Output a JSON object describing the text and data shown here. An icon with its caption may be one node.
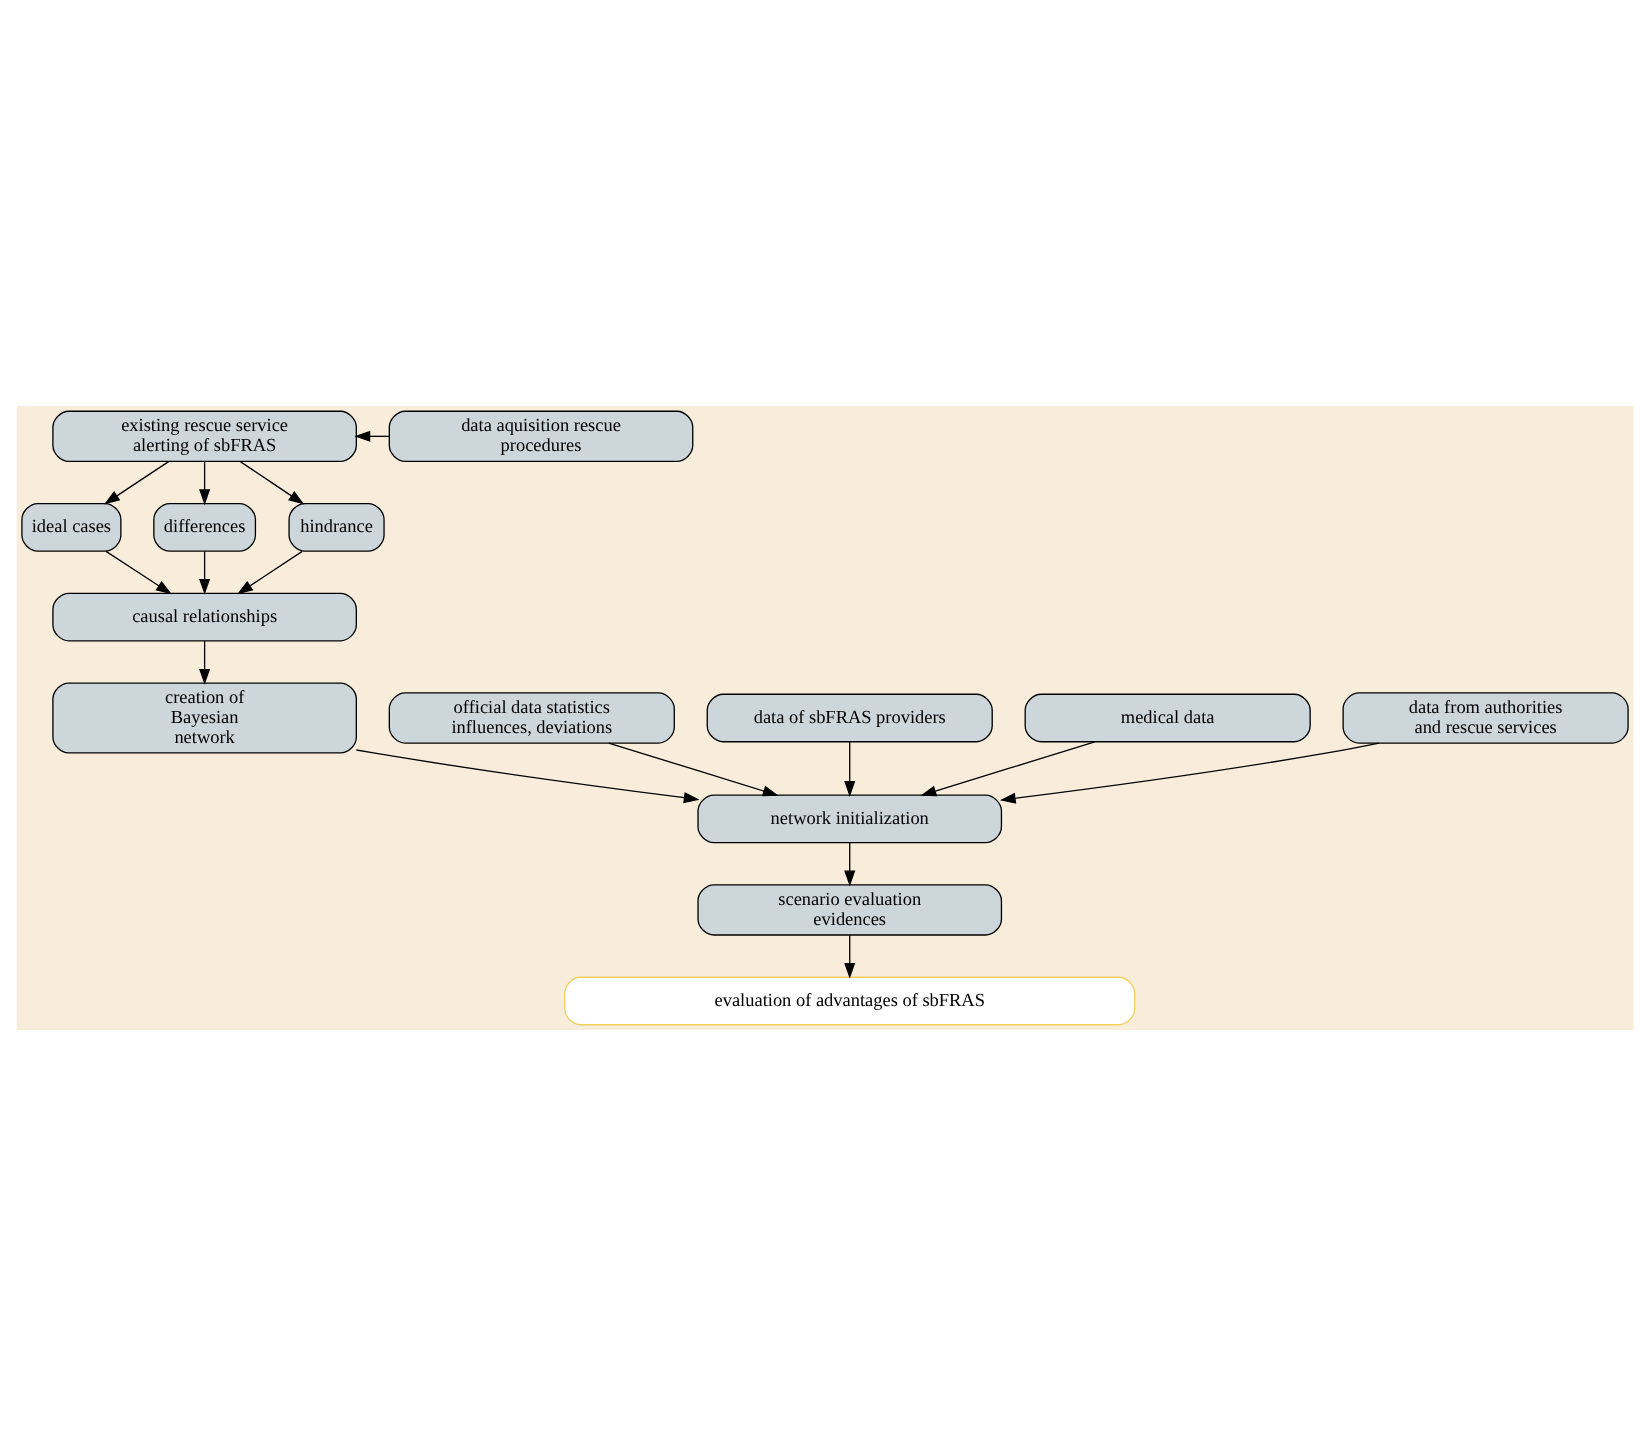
{
  "diagram": {
    "nodes": [
      {
        "text": [
          "existing rescue service alerting of sbFRAS"
        ]
      },
      {
        "text": [
          "data aquisition rescue procedures"
        ]
      },
      {
        "text": [
          "ideal cases"
        ]
      },
      {
        "text": [
          "differences"
        ]
      },
      {
        "text": [
          "hindrance"
        ]
      },
      {
        "text": [
          "causal relationships"
        ]
      },
      {
        "text": [
          "official data statistics influences, deviations"
        ]
      },
      {
        "text": [
          "creation of Bayesian network"
        ]
      },
      {
        "text": [
          "data of sbFRAS providers"
        ]
      },
      {
        "text": [
          "network initialization"
        ]
      },
      {
        "text": [
          "medical data"
        ]
      },
      {
        "text": [
          "scenario evaluation evidences"
        ]
      },
      {
        "text": [
          "data from authorities and rescue services"
        ]
      },
      {
        "text": [
          "evaluation of advantages of sbFRAS"
        ]
      }
    ],
    "edges": [
      {
        "from": 1,
        "to": 0,
        "arrow": "to"
      },
      {
        "from": 0,
        "to": 2,
        "arrow": "to"
      },
      {
        "from": 0,
        "to": 3,
        "arrow": "to"
      },
      {
        "from": 0,
        "to": 4,
        "arrow": "to"
      },
      {
        "from": 2,
        "to": 5,
        "arrow": "to"
      },
      {
        "from": 3,
        "to": 5,
        "arrow": "to"
      },
      {
        "from": 4,
        "to": 5,
        "arrow": "to"
      },
      {
        "from": 5,
        "to": 7,
        "arrow": "to"
      },
      {
        "from": 7,
        "to": 9,
        "arrow": "to"
      },
      {
        "from": 6,
        "to": 9,
        "arrow": "to"
      },
      {
        "from": 8,
        "to": 9,
        "arrow": "to"
      },
      {
        "from": 10,
        "to": 9,
        "arrow": "to"
      },
      {
        "from": 12,
        "to": 9,
        "arrow": "to"
      },
      {
        "from": 9,
        "to": 11,
        "arrow": "to"
      },
      {
        "from": 11,
        "to": 13,
        "arrow": "to"
      }
    ]
  }
}
